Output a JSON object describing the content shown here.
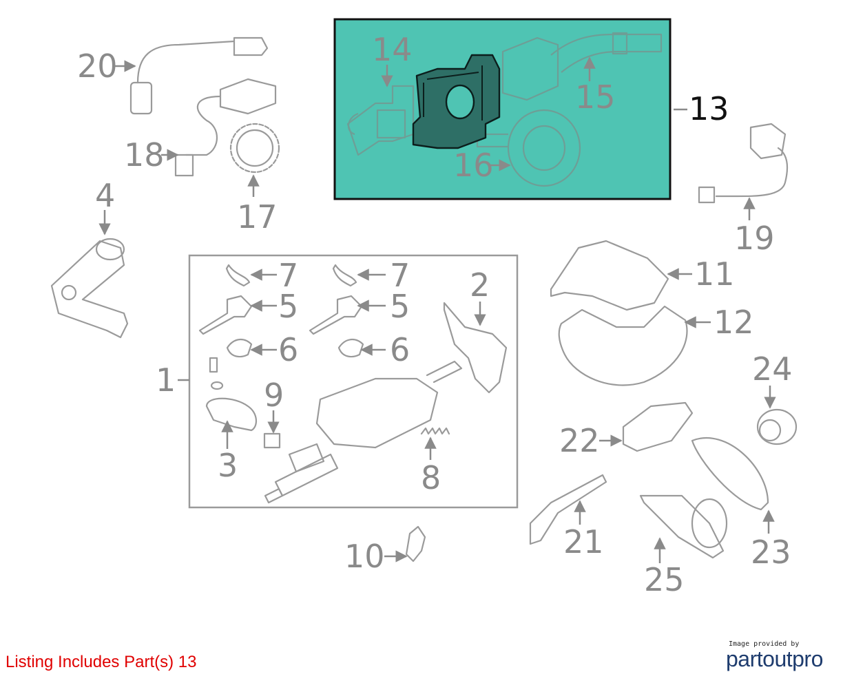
{
  "listing_note": "Listing Includes Part(s) 13",
  "credit": {
    "caption": "Image provided by",
    "brand": "partoutpro"
  },
  "colors": {
    "highlight_fill": "#4fc4b3",
    "highlight_border": "#111111",
    "label_gray": "#8a8a8a",
    "note_red": "#e00000",
    "brand_blue": "#1e3c6e"
  },
  "highlighted_part": "13",
  "callouts": [
    "1",
    "2",
    "3",
    "4",
    "5",
    "5",
    "6",
    "6",
    "7",
    "7",
    "8",
    "9",
    "10",
    "11",
    "12",
    "13",
    "14",
    "15",
    "16",
    "17",
    "18",
    "19",
    "20",
    "21",
    "22",
    "23",
    "24",
    "25"
  ]
}
